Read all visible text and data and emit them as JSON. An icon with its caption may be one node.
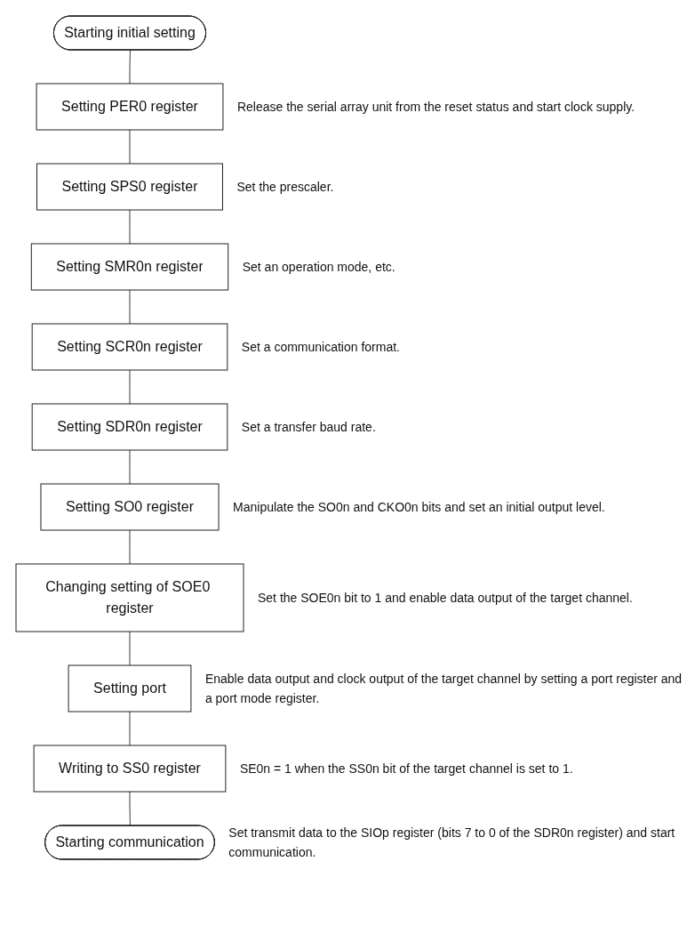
{
  "diagram": {
    "nodes": [
      {
        "text": [
          "Starting initial setting"
        ]
      },
      {
        "text": [
          "Setting PER0 register"
        ],
        "beside": [
          "Release the serial array unit from the reset status and start clock supply."
        ]
      },
      {
        "text": [
          "Setting SPS0 register"
        ],
        "beside": [
          "Set the prescaler."
        ]
      },
      {
        "text": [
          "Setting SMR0n register"
        ],
        "beside": [
          "Set an operation mode, etc."
        ]
      },
      {
        "text": [
          "Setting SCR0n register"
        ],
        "beside": [
          "Set a communication format."
        ]
      },
      {
        "text": [
          "Setting SDR0n register"
        ],
        "beside": [
          "Set a transfer baud rate."
        ]
      },
      {
        "text": [
          "Setting SO0 register"
        ],
        "beside": [
          "Manipulate the SO0n and CKO0n bits and set an initial output level."
        ]
      },
      {
        "text": [
          "Changing setting of SOE0 register"
        ],
        "beside": [
          "Set the SOE0n bit to 1 and enable data output of the target channel."
        ]
      },
      {
        "text": [
          "Setting port"
        ],
        "beside": [
          "Enable data output and clock output of the target channel by setting a port register and a port mode register."
        ]
      },
      {
        "text": [
          "Writing to SS0 register"
        ],
        "beside": [
          "SE0n = 1 when the SS0n bit of the target channel is set to 1."
        ]
      },
      {
        "text": [
          "Starting communication"
        ],
        "beside": [
          "Set transmit data to the SIOp register (bits 7 to 0 of the SDR0n register) and start communication."
        ]
      }
    ],
    "edges": [
      {
        "from": 0,
        "to": 1,
        "arrow": "none"
      },
      {
        "from": 1,
        "to": 2,
        "arrow": "none"
      },
      {
        "from": 2,
        "to": 3,
        "arrow": "none"
      },
      {
        "from": 3,
        "to": 4,
        "arrow": "none"
      },
      {
        "from": 4,
        "to": 5,
        "arrow": "none"
      },
      {
        "from": 5,
        "to": 6,
        "arrow": "none"
      },
      {
        "from": 6,
        "to": 7,
        "arrow": "none"
      },
      {
        "from": 7,
        "to": 8,
        "arrow": "none"
      },
      {
        "from": 8,
        "to": 9,
        "arrow": "none"
      },
      {
        "from": 9,
        "to": 10,
        "arrow": "none"
      }
    ]
  }
}
